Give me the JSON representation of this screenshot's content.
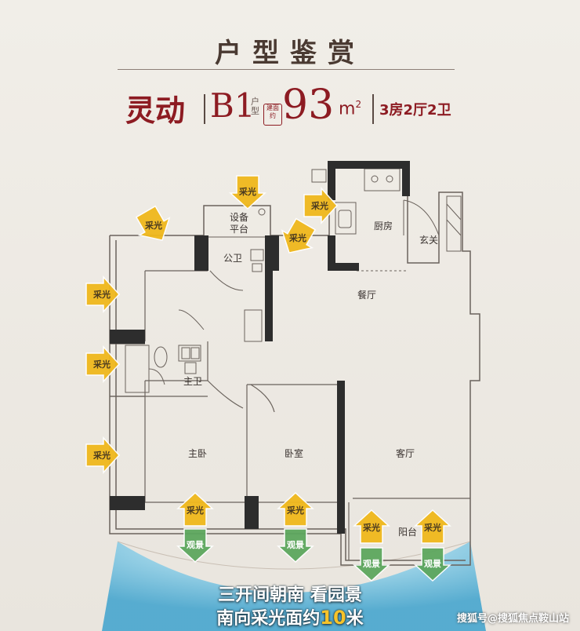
{
  "header": {
    "title": "户型鉴赏"
  },
  "subtitle": {
    "name": "灵动",
    "code": "B1",
    "unit_label": "户型",
    "seal_text": "建面约",
    "area_value": "93",
    "area_unit": "m",
    "area_sup": "2",
    "rooms": "3房2厅2卫"
  },
  "plan": {
    "rooms": {
      "equipment_platform": "设备平台",
      "equipment_l1": "设备",
      "equipment_l2": "平台",
      "public_bath": "公卫",
      "kitchen": "厨房",
      "entrance": "玄关",
      "dining": "餐厅",
      "master_bath": "主卫",
      "master_bedroom": "主卧",
      "bedroom": "卧室",
      "living_room": "客厅",
      "balcony": "阳台"
    },
    "labels": {
      "daylight": "采光",
      "view": "观景"
    },
    "colors": {
      "daylight": "#f0b81c",
      "view": "#5da75e",
      "wall": "#2d2d2d",
      "lake": "#7fc7e3"
    }
  },
  "caption": {
    "line1": "三开间朝南 看园景",
    "line2_prefix": "南向采光面约",
    "line2_num": "10",
    "line2_suffix": "米"
  },
  "watermark": "搜狐号@搜狐焦点鞍山站"
}
